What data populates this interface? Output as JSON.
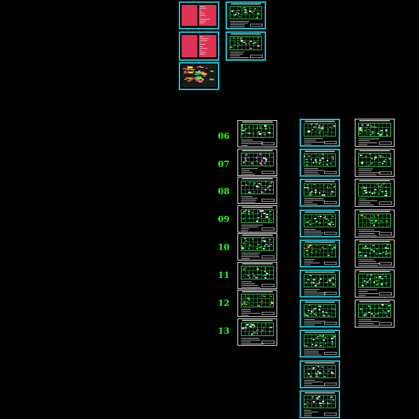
{
  "canvas": {
    "background": "#000000"
  },
  "colors": {
    "frame_cyan": "#12c8d8",
    "frame_white": "#e8e8e8",
    "row_number": "#22ff22",
    "drawing_green": "#33dd55",
    "drawing_red": "#dd3355",
    "drawing_pink": "#ff6a8a",
    "drawing_yellow": "#e8e030",
    "drawing_magenta": "#e040e0"
  },
  "row_numbers": [
    "06",
    "07",
    "08",
    "09",
    "10",
    "11",
    "12",
    "13"
  ],
  "sheet_groups": {
    "cover_sheets": 3,
    "overview_plans": 2,
    "column_1_sheets": 8,
    "column_2_sheets": 10,
    "column_3_sheets": 7
  }
}
